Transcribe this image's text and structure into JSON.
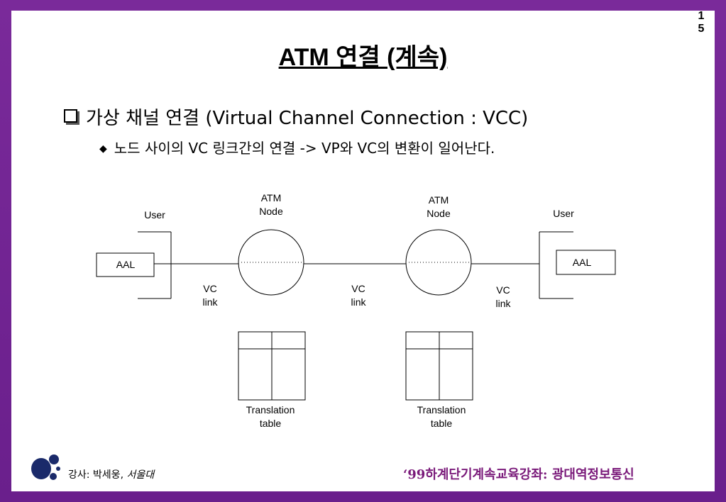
{
  "slide": {
    "page_number_line1": "1",
    "page_number_line2": "5",
    "title": "ATM 연결 (계속)",
    "bullet_level1": "가상 채널 연결 (Virtual Channel Connection : VCC)",
    "bullet_level2": "노드 사이의 VC 링크간의 연결 -> VP와 VC의 변환이 일어난다."
  },
  "diagram": {
    "left_user_label": "User",
    "right_user_label": "User",
    "left_aal_label": "AAL",
    "right_aal_label": "AAL",
    "node1_label_line1": "ATM",
    "node1_label_line2": "Node",
    "node2_label_line1": "ATM",
    "node2_label_line2": "Node",
    "vc_link1_line1": "VC",
    "vc_link1_line2": "link",
    "vc_link2_line1": "VC",
    "vc_link2_line2": "link",
    "vc_link3_line1": "VC",
    "vc_link3_line2": "link",
    "table1_label_line1": "Translation",
    "table1_label_line2": "table",
    "table2_label_line1": "Translation",
    "table2_label_line2": "table"
  },
  "footer": {
    "instructor_prefix": "강사: 박세웅, ",
    "instructor_affiliation": "서울대",
    "course": "‘99하계단기계속교육강좌: 광대역정보통신"
  },
  "colors": {
    "frame": "#6a1f8c",
    "footer_text": "#7a1a7a",
    "logo": "#1a2a6a"
  }
}
